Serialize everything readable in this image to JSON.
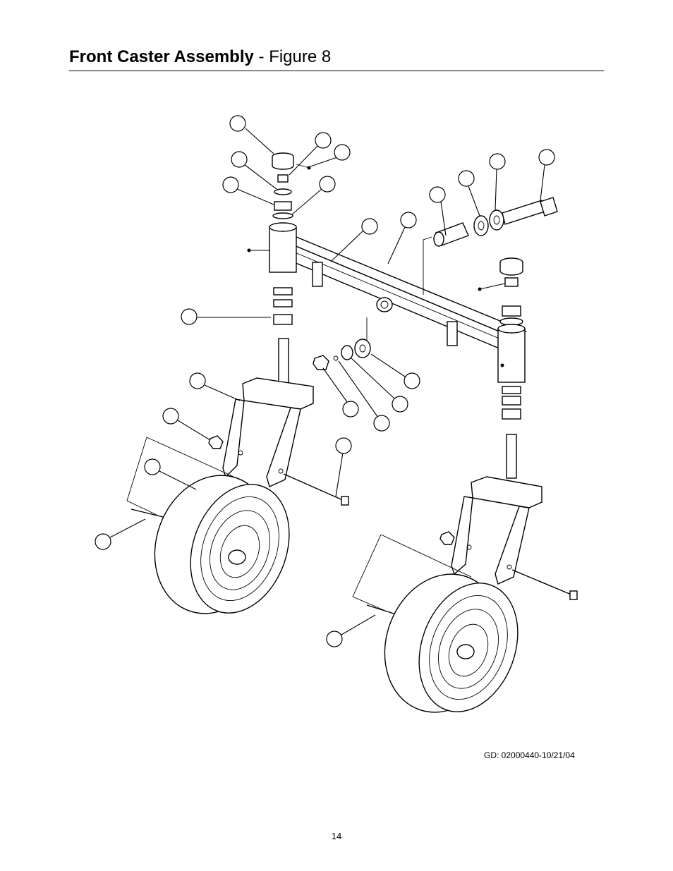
{
  "page": {
    "title_bold": "Front Caster Assembly",
    "title_regular": " - Figure 8",
    "doc_id": "GD: 02000440-10/21/04",
    "page_number": "14"
  },
  "diagram": {
    "callout_count": 23,
    "callouts_labeled": false,
    "parts": [
      "front-axle-beam",
      "left-caster-fork",
      "right-caster-fork",
      "left-wheel",
      "right-wheel",
      "spindle-bearing-stack",
      "pivot-bolt",
      "washers",
      "lock-nut"
    ]
  }
}
